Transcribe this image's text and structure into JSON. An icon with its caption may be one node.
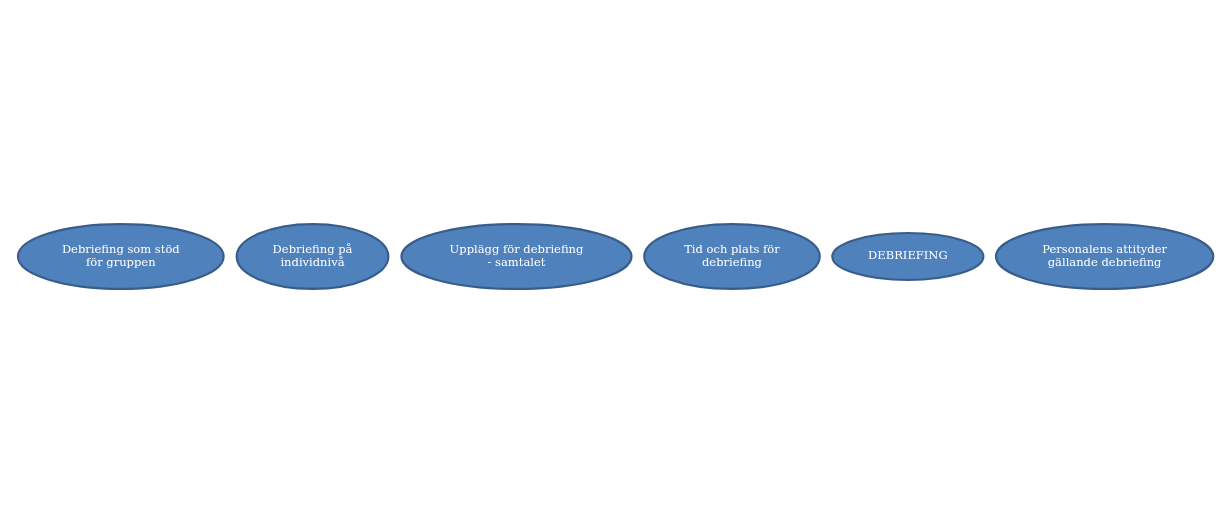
{
  "diagram": {
    "nodes": [
      {
        "text": [
          "Debriefing som stöd för gruppen"
        ]
      },
      {
        "text": [
          "Debriefing på individnivå"
        ]
      },
      {
        "text": [
          "Upplägg för debriefing - samtalet"
        ]
      },
      {
        "text": [
          "Tid och plats för debriefing"
        ]
      },
      {
        "text": [
          "DEBRIEFING"
        ]
      },
      {
        "text": [
          "Personalens attityder gällande debriefing"
        ]
      }
    ]
  }
}
